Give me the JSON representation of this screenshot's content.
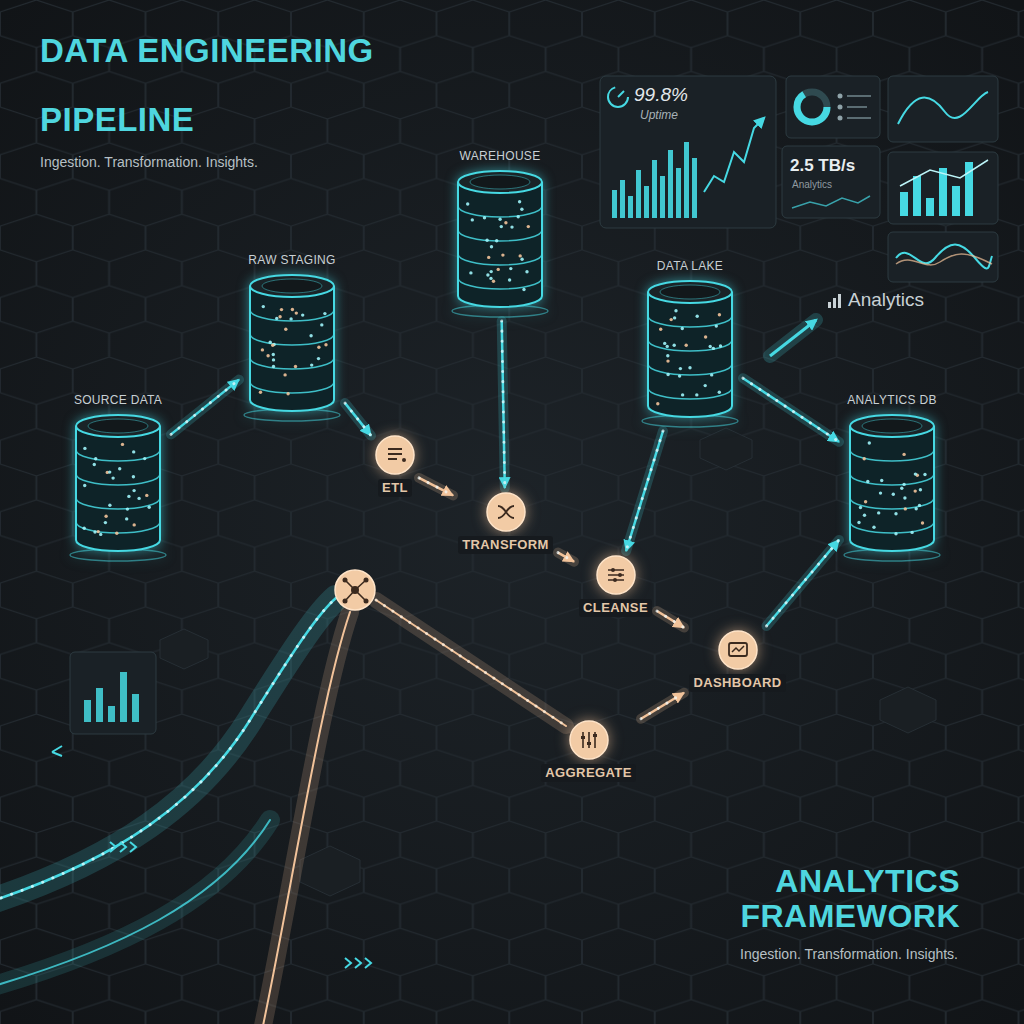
{
  "diagram": {
    "title": "DATA ENGINEERING PIPELINE",
    "caption": "ANALYTICS FRAMEWORK",
    "nodes": [
      {
        "text": [
          "SOURCE DATA"
        ]
      },
      {
        "text": [
          "RAW STAGING"
        ]
      },
      {
        "text": [
          "WAREHOUSE"
        ]
      },
      {
        "text": [
          "DATA LAKE"
        ]
      },
      {
        "text": [
          "ANALYTICS DB"
        ]
      },
      {
        "text": [
          "ETL"
        ]
      },
      {
        "text": [
          "TRANSFORM"
        ]
      },
      {
        "text": [
          "CLEANSE"
        ]
      },
      {
        "text": [
          "DASHBOARD"
        ]
      },
      {
        "text": [
          "AGGREGATE"
        ]
      }
    ],
    "edges": [
      {
        "from": 0,
        "to": 1,
        "arrow": "to"
      },
      {
        "from": 1,
        "to": 5,
        "arrow": "to"
      },
      {
        "from": 5,
        "to": 6,
        "arrow": "to"
      },
      {
        "from": 2,
        "to": 6,
        "arrow": "to"
      },
      {
        "from": 6,
        "to": 7,
        "arrow": "to"
      },
      {
        "from": 3,
        "to": 7,
        "arrow": "to"
      },
      {
        "from": 7,
        "to": 8,
        "arrow": "to"
      },
      {
        "from": 9,
        "to": 8,
        "arrow": "to"
      },
      {
        "from": 8,
        "to": 4,
        "arrow": "to"
      },
      {
        "from": 3,
        "to": 4,
        "arrow": "to"
      }
    ],
    "labels": [
      "Ingestion. Transformation. Insights.",
      "99.8%",
      "Uptime",
      "2.5 TB/s",
      "Analytics",
      "Analytics",
      "Ingestion. Transformation. Insights."
    ]
  }
}
